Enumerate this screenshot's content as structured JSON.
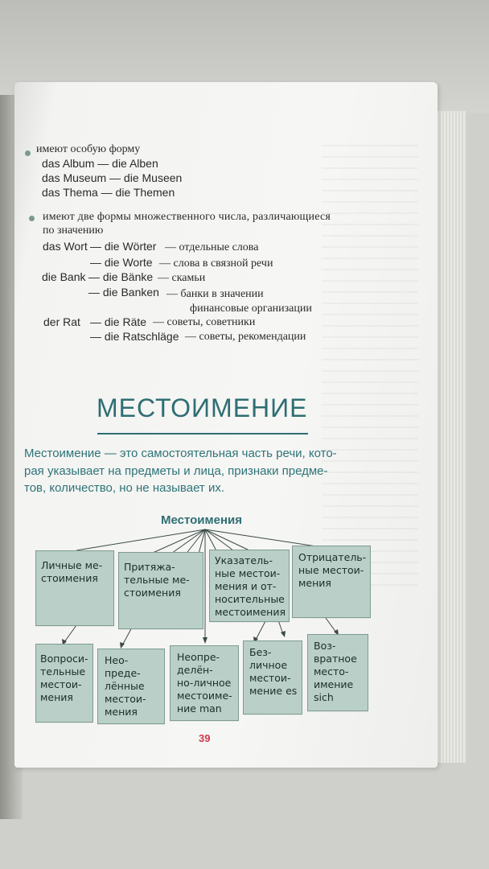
{
  "list1": {
    "intro": "имеют особую форму",
    "pairs": [
      "das Album — die Alben",
      "das Museum — die Museen",
      "das Thema — die Themen"
    ]
  },
  "list2": {
    "intro_line1": "имеют две формы множественного числа, различающиеся",
    "intro_line2": "по значению",
    "rows": [
      {
        "noun": "das Wort",
        "plural": "— die Wörter",
        "meaning": "— отдельные слова"
      },
      {
        "noun": "",
        "plural": "— die Worte",
        "meaning": "— слова в связной речи"
      },
      {
        "noun": "die Bank",
        "plural": "— die Bänke",
        "meaning": "— скамьи"
      },
      {
        "noun": "",
        "plural": "— die Banken",
        "meaning": "— банки в значении"
      },
      {
        "noun": "",
        "plural": "",
        "meaning": "финансовые организации"
      },
      {
        "noun": "der Rat",
        "plural": "— die Räte",
        "meaning": "— советы, советники"
      },
      {
        "noun": "",
        "plural": "— die Ratschläge",
        "meaning": "— советы, рекомендации"
      }
    ]
  },
  "heading": "МЕСТОИМЕНИЕ",
  "definition": [
    "Местоимение — это самостоятельная часть речи, кото-",
    "рая указывает на предметы и лица, признаки предме-",
    "тов, количество, но не называет их."
  ],
  "diagram": {
    "title": "Местоимения",
    "top_boxes": [
      "Личные ме-\nстоимения",
      "Притяжа-\nтельные ме-\nстоимения",
      "Указатель-\nные местои-\nмения и от-\nносительные\nместоимения",
      "Отрицатель-\nные местои-\nмения"
    ],
    "bottom_boxes": [
      "Вопроси-\nтельные\nместои-\nмения",
      "Нео-\nпреде-\nлённые\nместои-\nмения",
      "Неопре-\nделён-\nно-личное\nместоиме-\nние man",
      "Без-\nличное\nместои-\nмение es",
      "Воз-\nвратное\nместо-\nимение\nsich"
    ]
  },
  "page_number": "39",
  "colors": {
    "accent": "#2e6e73",
    "box_fill": "#b9cfc7",
    "page_number": "#d2364a"
  }
}
